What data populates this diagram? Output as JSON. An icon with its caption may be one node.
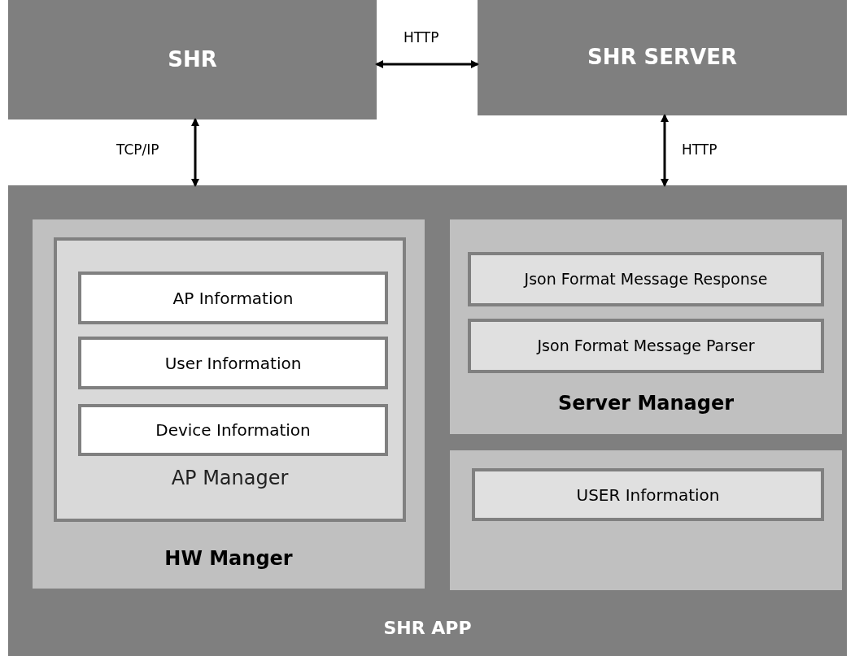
{
  "diagram": {
    "nodes": [
      {
        "text": [
          "SHR"
        ]
      },
      {
        "text": [
          "SHR SERVER"
        ]
      },
      {
        "text": [
          "SHR APP"
        ]
      },
      {
        "text": [
          "HW Manger"
        ],
        "in": 2
      },
      {
        "text": [
          "AP Manager"
        ],
        "in": 3
      },
      {
        "text": [
          "AP Information"
        ],
        "in": 4
      },
      {
        "text": [
          "User Information"
        ],
        "in": 4
      },
      {
        "text": [
          "Device Information"
        ],
        "in": 4
      },
      {
        "text": [
          "Server Manager"
        ],
        "in": 2
      },
      {
        "text": [
          "Json Format Message Response"
        ],
        "in": 8
      },
      {
        "text": [
          "Json Format Message Parser"
        ],
        "in": 8
      },
      {
        "text": [],
        "shape": "box",
        "in": 2
      },
      {
        "text": [
          "USER Information"
        ],
        "in": 11
      }
    ],
    "edges": [
      {
        "from": 0,
        "to": 1,
        "arrow": "both",
        "label": "HTTP"
      },
      {
        "from": 0,
        "to": 2,
        "arrow": "both",
        "label": "TCP/IP"
      },
      {
        "from": 1,
        "to": 2,
        "arrow": "both",
        "label": "HTTP"
      }
    ]
  }
}
